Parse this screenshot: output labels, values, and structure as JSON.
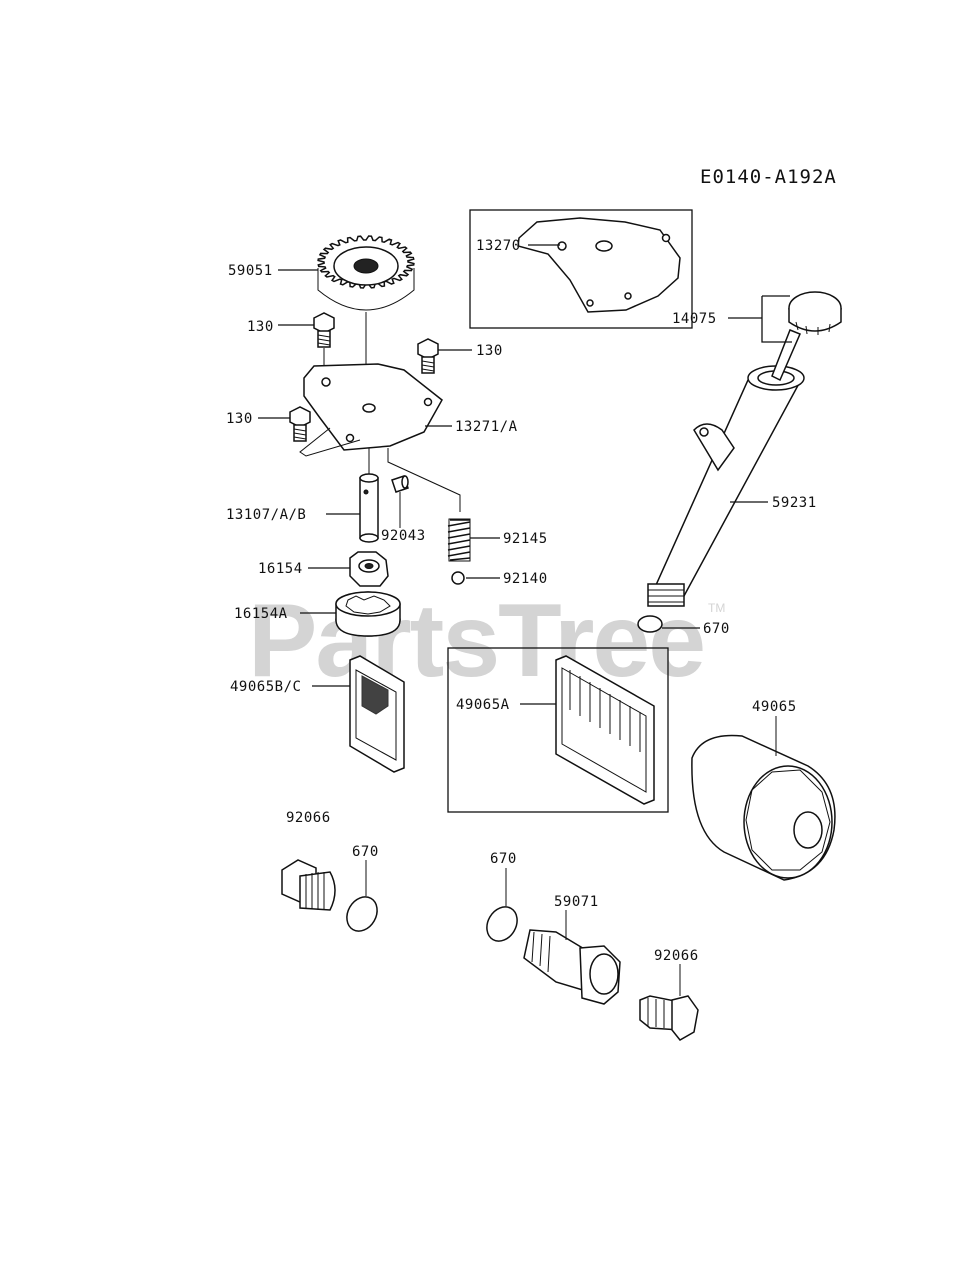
{
  "diagram_code": "E0140-A192A",
  "watermark": "PartsTree",
  "watermark_tm": "TM",
  "labels": {
    "p59051": "59051",
    "p130a": "130",
    "p130b": "130",
    "p130c": "130",
    "p13270": "13270",
    "p14075": "14075",
    "p13271": "13271/A",
    "p13107": "13107/A/B",
    "p92043": "92043",
    "p92145": "92145",
    "p92140": "92140",
    "p16154": "16154",
    "p16154a": "16154A",
    "p59231": "59231",
    "p670a": "670",
    "p49065bc": "49065B/C",
    "p49065a": "49065A",
    "p49065": "49065",
    "p92066a": "92066",
    "p670b": "670",
    "p670c": "670",
    "p59071": "59071",
    "p92066b": "92066"
  }
}
